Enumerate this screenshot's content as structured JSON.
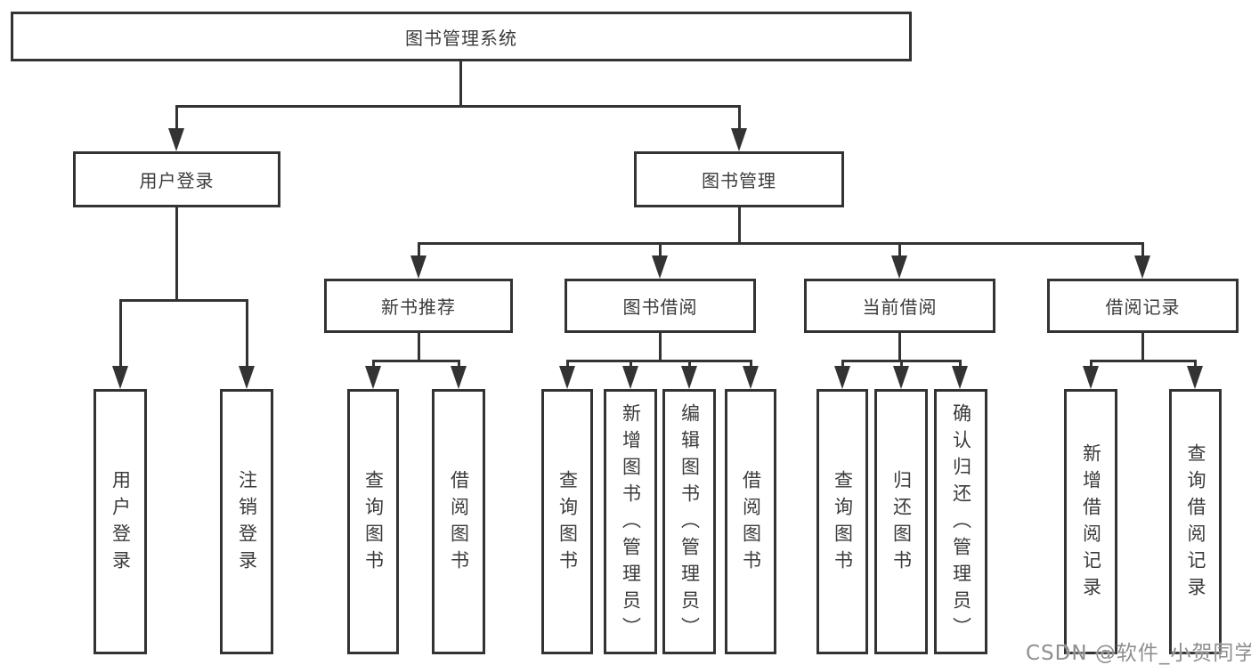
{
  "diagram": {
    "root": {
      "label": "图书管理系统"
    },
    "level2": [
      {
        "label": "用户登录"
      },
      {
        "label": "图书管理"
      }
    ],
    "level3": [
      {
        "label": "新书推荐"
      },
      {
        "label": "图书借阅"
      },
      {
        "label": "当前借阅"
      },
      {
        "label": "借阅记录"
      }
    ],
    "leaves": {
      "user_login": [
        {
          "label": "用户登录"
        },
        {
          "label": "注销登录"
        }
      ],
      "new_book": [
        {
          "label": "查询图书"
        },
        {
          "label": "借阅图书"
        }
      ],
      "book_borrow": [
        {
          "label": "查询图书"
        },
        {
          "label": "新增图书（管理员）"
        },
        {
          "label": "编辑图书（管理员）"
        },
        {
          "label": "借阅图书"
        }
      ],
      "current_borrow": [
        {
          "label": "查询图书"
        },
        {
          "label": "归还图书"
        },
        {
          "label": "确认归还（管理员）"
        }
      ],
      "borrow_record": [
        {
          "label": "新增借阅记录"
        },
        {
          "label": "查询借阅记录"
        }
      ]
    }
  },
  "watermark": {
    "text": "CSDN @软件_小贺同学"
  },
  "colors": {
    "line": "#333333",
    "text": "#3b3b3b",
    "background": "#ffffff",
    "watermark": "#8f8f8f"
  }
}
